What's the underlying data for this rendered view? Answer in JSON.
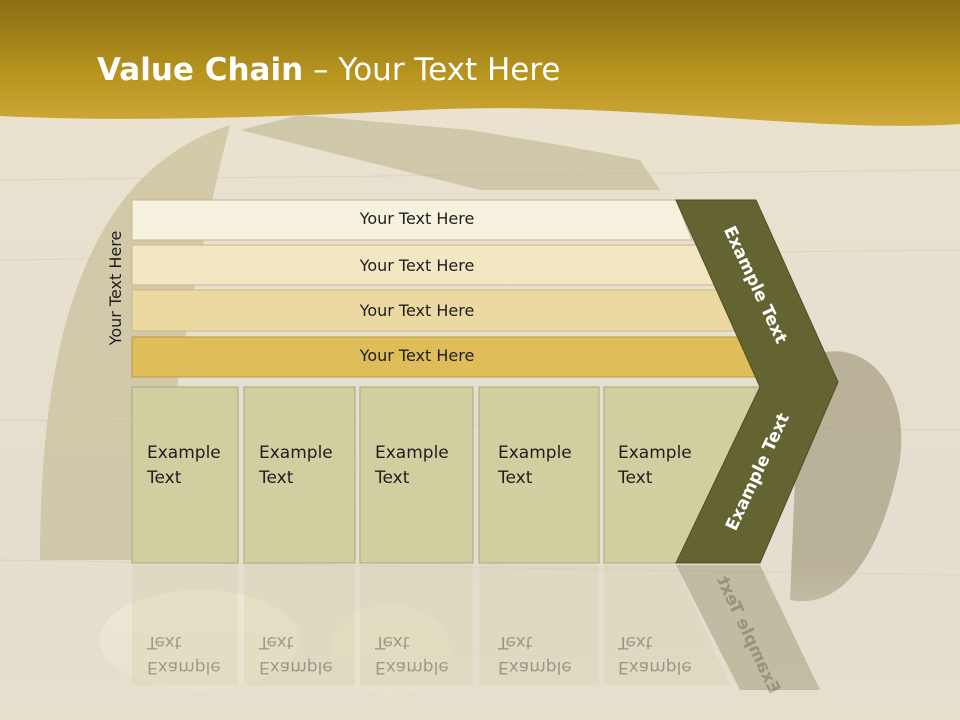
{
  "title": {
    "bold": "Value Chain",
    "rest": " – Your Text Here"
  },
  "side_label": "Your Text Here",
  "rows": [
    {
      "label": "Your Text Here"
    },
    {
      "label": "Your Text Here"
    },
    {
      "label": "Your Text Here"
    },
    {
      "label": "Your Text Here"
    }
  ],
  "columns": [
    {
      "text": "Example\nText"
    },
    {
      "text": "Example\nText"
    },
    {
      "text": "Example\nText"
    },
    {
      "text": "Example\nText"
    },
    {
      "text": "Example\nText"
    }
  ],
  "chevron": {
    "upper": "Example Text",
    "lower": "Example Text"
  },
  "colors": {
    "header": "#b8951f",
    "row1": "#f7f1df",
    "row2": "#f2e6c3",
    "row3": "#ecd9a2",
    "row4": "#dfbd58",
    "columns": "#d1cfa0",
    "chevron": "#646432"
  }
}
